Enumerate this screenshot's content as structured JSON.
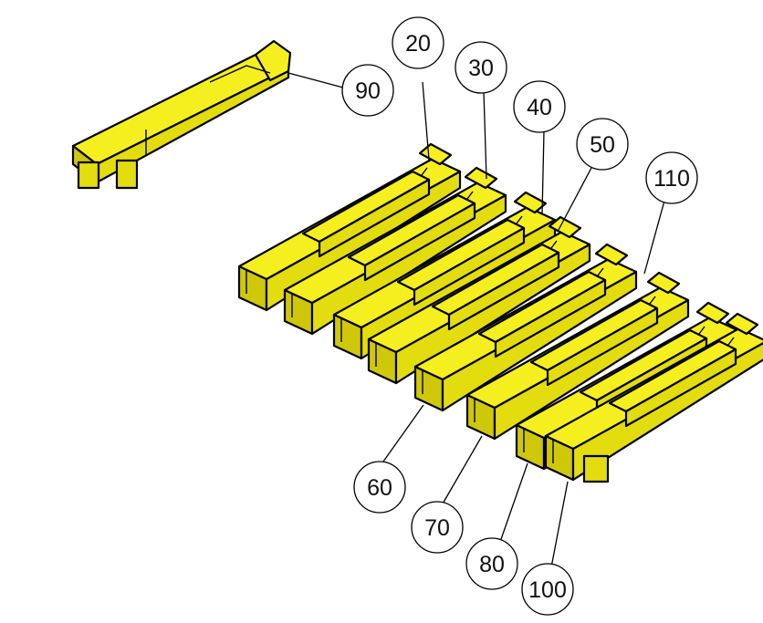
{
  "callouts": [
    {
      "id": "20",
      "label": "20"
    },
    {
      "id": "30",
      "label": "30"
    },
    {
      "id": "40",
      "label": "40"
    },
    {
      "id": "50",
      "label": "50"
    },
    {
      "id": "60",
      "label": "60"
    },
    {
      "id": "70",
      "label": "70"
    },
    {
      "id": "80",
      "label": "80"
    },
    {
      "id": "90",
      "label": "90"
    },
    {
      "id": "100",
      "label": "100"
    },
    {
      "id": "110",
      "label": "110"
    }
  ],
  "colors": {
    "part_fill": "#f5ef1f",
    "outline": "#000000",
    "background": "#ffffff"
  }
}
